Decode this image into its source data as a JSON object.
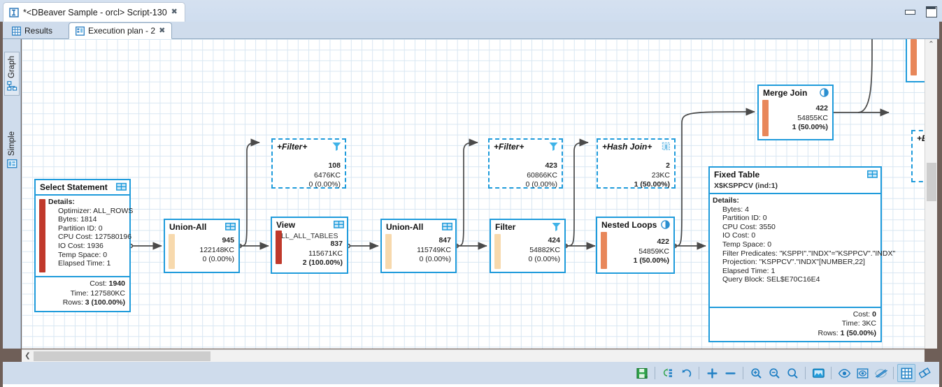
{
  "window": {
    "title": "*<DBeaver Sample - orcl> Script-130",
    "doc_icon": "script-icon",
    "close_label": "✖",
    "minimize_icon": "minimize-icon",
    "maximize_icon": "maximize-icon"
  },
  "tabs": [
    {
      "label": "Results",
      "icon": "grid-icon",
      "active": false,
      "closable": false
    },
    {
      "label": "Execution plan - 2",
      "icon": "plan-icon",
      "active": true,
      "closable": true
    }
  ],
  "side_tabs": [
    {
      "label": "Graph",
      "icon": "graph-icon",
      "active": true
    },
    {
      "label": "Simple",
      "icon": "simple-icon",
      "active": false
    }
  ],
  "colors": {
    "node_border": "#1f9bdb",
    "bar_red": "#c0392b",
    "bar_orange": "#e8875a",
    "bar_tan": "#f7d9ad",
    "grid": "#d8e6f2",
    "accent": "#1f9bdb"
  },
  "nodes": [
    {
      "id": "select-statement",
      "title": "Select Statement",
      "style": "solid",
      "icon": "table-icon",
      "bar": "#c0392b",
      "details_header": "Details:",
      "details": [
        "Optimizer: ALL_ROWS",
        "Bytes: 1814",
        "Partition ID: 0",
        "CPU Cost: 127580196",
        "IO Cost: 1936",
        "Temp Space: 0",
        "Elapsed Time: 1"
      ],
      "footer": [
        {
          "label": "Cost:",
          "value": "1940"
        },
        {
          "label": "Time:",
          "value": "127580KC"
        },
        {
          "label": "Rows:",
          "value": "3 (100.00%)"
        }
      ]
    },
    {
      "id": "union-all-1",
      "title": "Union-All",
      "style": "solid",
      "icon": "table-icon",
      "bar": "#f7d9ad",
      "stats": [
        "945",
        "122148KC",
        "0 (0.00%)"
      ]
    },
    {
      "id": "filter-plus-1",
      "title": "+Filter+",
      "italic": true,
      "style": "dashed",
      "icon": "funnel-icon",
      "stats": [
        "108",
        "6476KC",
        "0 (0.00%)"
      ]
    },
    {
      "id": "view",
      "title": "View",
      "subtitle": "ALL_ALL_TABLES",
      "style": "solid",
      "icon": "table-icon",
      "bar": "#c0392b",
      "stats": [
        "837",
        "115671KC",
        "2 (100.00%)"
      ]
    },
    {
      "id": "union-all-2",
      "title": "Union-All",
      "style": "solid",
      "icon": "table-icon",
      "bar": "#f7d9ad",
      "stats": [
        "847",
        "115749KC",
        "0 (0.00%)"
      ]
    },
    {
      "id": "filter-plus-2",
      "title": "+Filter+",
      "italic": true,
      "style": "dashed",
      "icon": "funnel-icon",
      "stats": [
        "423",
        "60866KC",
        "0 (0.00%)"
      ]
    },
    {
      "id": "filter",
      "title": "Filter",
      "style": "solid",
      "icon": "funnel-icon",
      "bar": "#f7d9ad",
      "stats": [
        "424",
        "54882KC",
        "0 (0.00%)"
      ]
    },
    {
      "id": "hash-join-plus",
      "title": "+Hash Join+",
      "italic": true,
      "style": "dashed",
      "icon": "join-icon",
      "stats": [
        "2",
        "23KC",
        "1 (50.00%)"
      ]
    },
    {
      "id": "nested-loops",
      "title": "Nested Loops",
      "style": "solid",
      "icon": "loop-icon",
      "bar": "#e8875a",
      "stats": [
        "422",
        "54859KC",
        "1 (50.00%)"
      ]
    },
    {
      "id": "merge-join",
      "title": "Merge Join",
      "style": "solid",
      "icon": "loop-icon",
      "bar": "#e8875a",
      "stats": [
        "422",
        "54855KC",
        "1 (50.00%)"
      ]
    },
    {
      "id": "fixed-table",
      "title": "Fixed Table",
      "subtitle": "X$KSPPCV (ind:1)",
      "style": "solid",
      "icon": "table-icon",
      "details_header": "Details:",
      "details": [
        "Bytes: 4",
        "Partition ID: 0",
        "CPU Cost: 3550",
        "IO Cost: 0",
        "Temp Space: 0",
        "Filter Predicates:  \"KSPPI\".\"INDX\"=\"KSPPCV\".\"INDX\"",
        "Projection:  \"KSPPCV\".\"INDX\"[NUMBER,22]",
        "Elapsed Time: 1",
        "Query Block: SEL$E70C16E4"
      ],
      "footer": [
        {
          "label": "Cost:",
          "value": "0"
        },
        {
          "label": "Time:",
          "value": "3KC"
        },
        {
          "label": "Rows:",
          "value": "1 (50.00%)"
        }
      ]
    },
    {
      "id": "clipped-right",
      "title": "+E",
      "italic": true,
      "style": "dashed",
      "stats": []
    }
  ],
  "toolbar": [
    {
      "name": "save-button",
      "icon": "save-icon",
      "active": false
    },
    {
      "name": "separator",
      "icon": "separator",
      "active": false
    },
    {
      "name": "refresh-button",
      "icon": "refresh-icon",
      "active": false
    },
    {
      "name": "undo-button",
      "icon": "undo-icon",
      "active": false
    },
    {
      "name": "separator",
      "icon": "separator",
      "active": false
    },
    {
      "name": "zoom-in-step-button",
      "icon": "plus-icon",
      "active": false
    },
    {
      "name": "zoom-out-step-button",
      "icon": "minus-icon",
      "active": false
    },
    {
      "name": "separator",
      "icon": "separator",
      "active": false
    },
    {
      "name": "zoom-in-button",
      "icon": "magnifier-plus-icon",
      "active": false
    },
    {
      "name": "zoom-out-button",
      "icon": "magnifier-minus-icon",
      "active": false
    },
    {
      "name": "zoom-reset-button",
      "icon": "magnifier-icon",
      "active": false
    },
    {
      "name": "separator",
      "icon": "separator",
      "active": false
    },
    {
      "name": "fit-window-button",
      "icon": "fit-window-icon",
      "active": false
    },
    {
      "name": "separator",
      "icon": "separator",
      "active": false
    },
    {
      "name": "show-all-button",
      "icon": "eye-icon",
      "active": false
    },
    {
      "name": "focus-button",
      "icon": "eye-box-icon",
      "active": false
    },
    {
      "name": "hide-button",
      "icon": "eye-off-icon",
      "active": false
    },
    {
      "name": "separator",
      "icon": "separator",
      "active": false
    },
    {
      "name": "toggle-grid-button",
      "icon": "grid-toggle-icon",
      "active": true
    },
    {
      "name": "layout-button",
      "icon": "layout-icon",
      "active": false
    }
  ],
  "scroll": {
    "h_arrow": "❮",
    "v_arrow": "⌃"
  }
}
